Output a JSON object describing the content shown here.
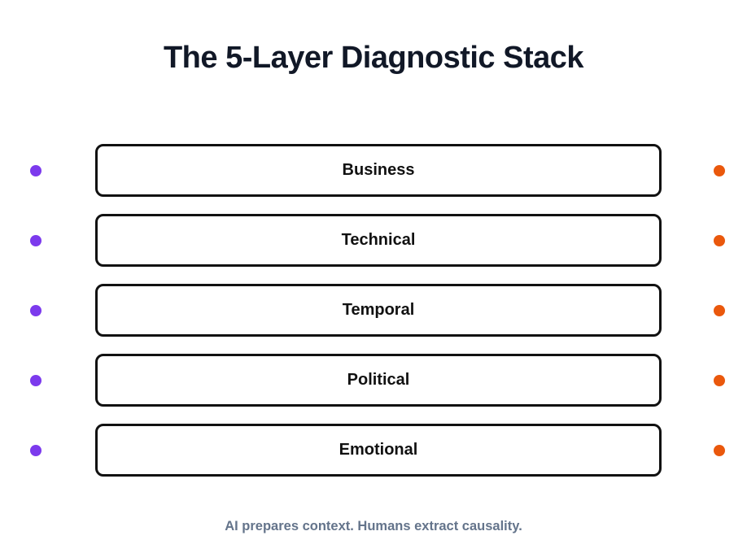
{
  "title": "The 5-Layer Diagnostic Stack",
  "layers": [
    {
      "label": "Business"
    },
    {
      "label": "Technical"
    },
    {
      "label": "Temporal"
    },
    {
      "label": "Political"
    },
    {
      "label": "Emotional"
    }
  ],
  "caption": "AI prepares context. Humans extract causality.",
  "colors": {
    "title": "#111827",
    "box_border": "#111111",
    "label": "#111111",
    "left_dot": "#7c3aed",
    "right_dot": "#ea580c",
    "caption": "#64748b"
  }
}
